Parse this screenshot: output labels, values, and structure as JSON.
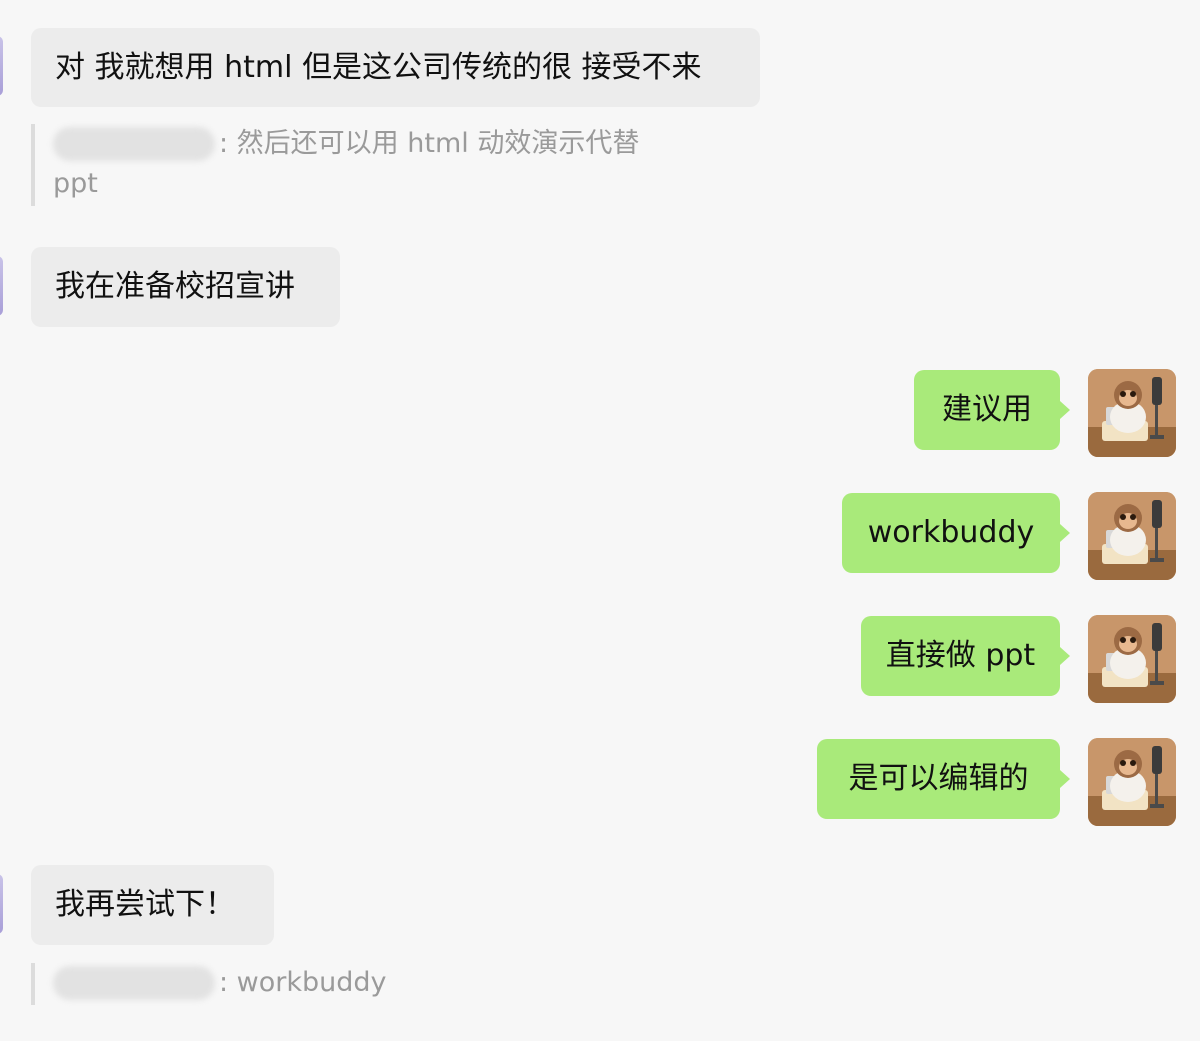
{
  "messages": {
    "m1": "对 我就想用 html 但是这公司传统的很 接受不来",
    "q1_text": ": 然后还可以用 html 动效演示代替",
    "q1_text2": "ppt",
    "m2": "我在准备校招宣讲",
    "m3": "建议用",
    "m4": "workbuddy",
    "m5": "直接做 ppt",
    "m6": "是可以编辑的",
    "m7": "我再尝试下！",
    "q2_text": ": workbuddy"
  },
  "icons": {
    "self_avatar": "monkey-reading-avatar",
    "peer_avatar": "peer-avatar-edge"
  },
  "colors": {
    "outgoing_bubble": "#a9ea7a",
    "incoming_bubble": "#ececec",
    "background": "#f7f7f7",
    "quote_text": "#9a9a9a"
  }
}
